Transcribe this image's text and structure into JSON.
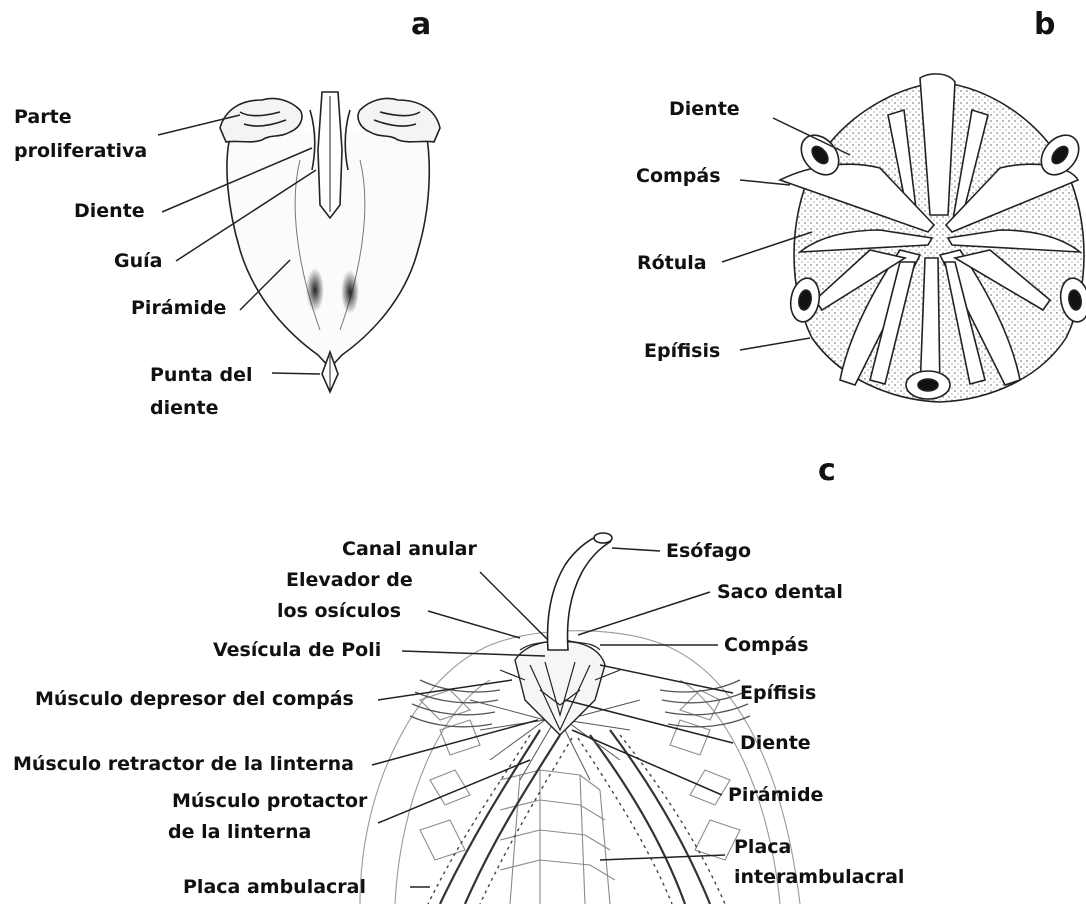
{
  "panels": {
    "a": {
      "letter": "a",
      "labels": {
        "parte_proliferativa_1": "Parte",
        "parte_proliferativa_2": "proliferativa",
        "diente": "Diente",
        "guia": "Guía",
        "piramide": "Pirámide",
        "punta_1": "Punta del",
        "punta_2": "diente"
      }
    },
    "b": {
      "letter": "b",
      "labels": {
        "diente": "Diente",
        "compas": "Compás",
        "rotula": "Rótula",
        "epifisis": "Epífisis"
      }
    },
    "c": {
      "letter": "c",
      "labels": {
        "canal_anular": "Canal anular",
        "elevador_1": "Elevador de",
        "elevador_2": "los osículos",
        "vesicula": "Vesícula de Poli",
        "depresor": "Músculo depresor del compás",
        "retractor": "Músculo retractor de la linterna",
        "protactor_1": "Músculo protactor",
        "protactor_2": "de la linterna",
        "placa_ambulacral": "Placa ambulacral",
        "esofago": "Esófago",
        "saco_dental": "Saco dental",
        "compas": "Compás",
        "epifisis": "Epífisis",
        "diente": "Diente",
        "piramide": "Pirámide",
        "interambulacral_1": "Placa",
        "interambulacral_2": "interambulacral"
      }
    }
  }
}
